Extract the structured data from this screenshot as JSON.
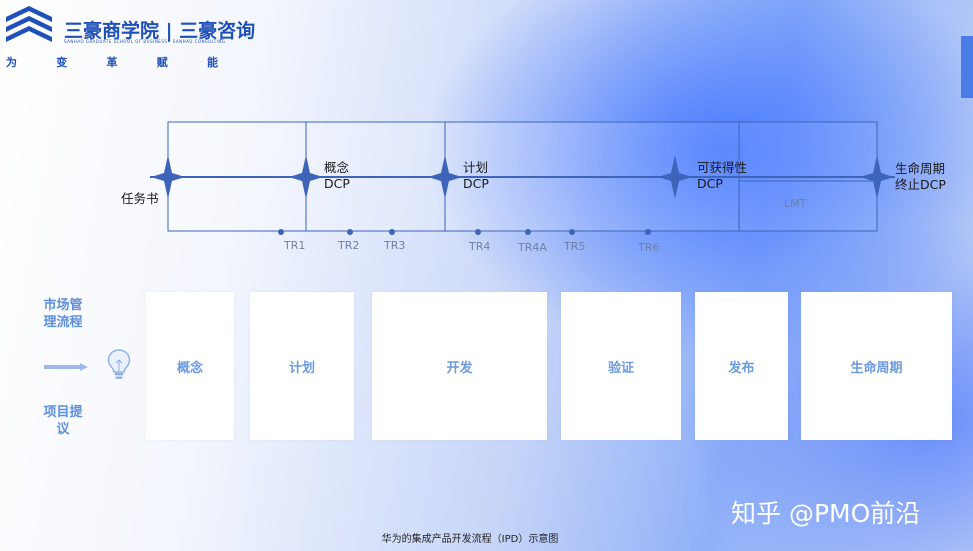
{
  "brand": {
    "name": "三豪商学院 | 三豪咨询",
    "sub_en": "SANHAO GRADUATE SCHOOL OF BUSINESS · SANHAO CONSULTING",
    "slogan": [
      "为",
      "变",
      "革",
      "赋",
      "能"
    ],
    "color": "#1f4fb8"
  },
  "timeline": {
    "gates": [
      {
        "line1": "任务书",
        "line2": ""
      },
      {
        "line1": "概念",
        "line2": "DCP"
      },
      {
        "line1": "计划",
        "line2": "DCP"
      },
      {
        "line1": "可获得性",
        "line2": "DCP"
      },
      {
        "line1": "生命周期",
        "line2": "终止DCP"
      }
    ],
    "tr_points": [
      "TR1",
      "TR2",
      "TR3",
      "TR4",
      "TR4A",
      "TR5",
      "TR6"
    ],
    "lmt": "LMT",
    "line_color": "#3d64b8"
  },
  "left": {
    "market": "市场管理流程",
    "project": "项目提议",
    "bulb_icon": "lightbulb-icon",
    "arrow_icon": "right-arrow-icon"
  },
  "stages": [
    "概念",
    "计划",
    "开发",
    "验证",
    "发布",
    "生命周期"
  ],
  "watermark": "知乎 @PMO前沿",
  "caption": "华为的集成产品开发流程（IPD）示意图"
}
